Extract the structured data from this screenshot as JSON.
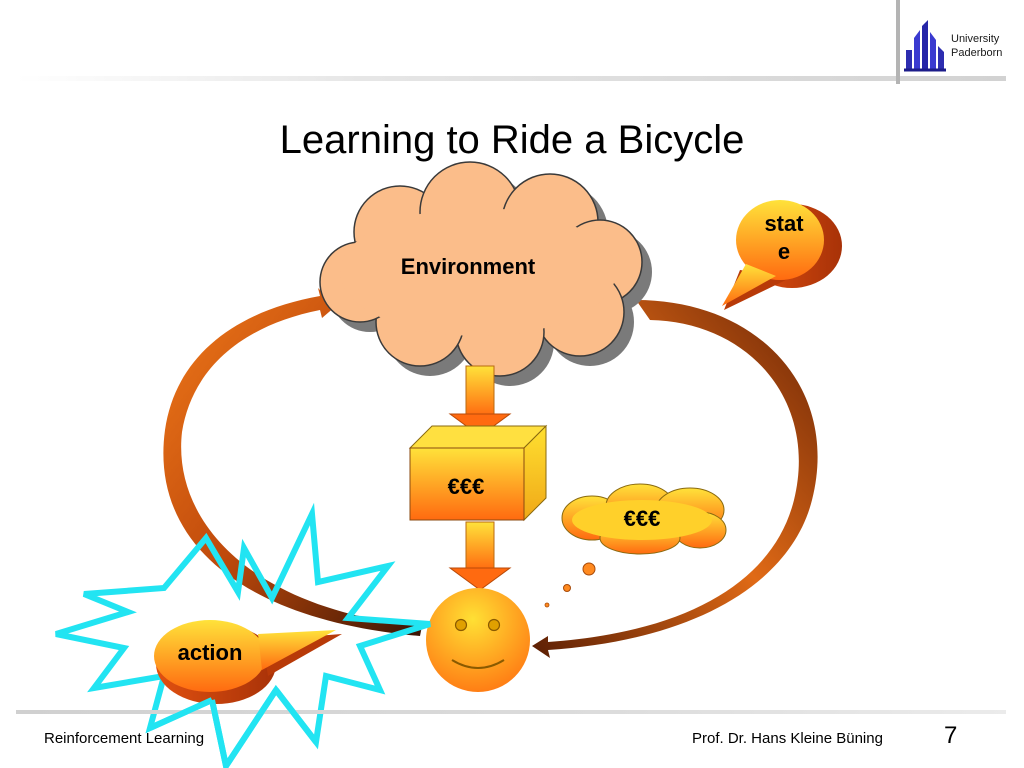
{
  "header": {
    "logo_line1": "University",
    "logo_line2": "Paderborn"
  },
  "slide": {
    "title": "Learning to Ride a Bicycle"
  },
  "diagram": {
    "environment_label": "Environment",
    "reward_box_label": "€€€",
    "thought_label": "€€€",
    "state_label_line1": "stat",
    "state_label_line2": "e",
    "action_label": "action"
  },
  "footer": {
    "left_text": "Reinforcement Learning",
    "right_text": "Prof. Dr. Hans Kleine Büning",
    "page_number": "7"
  },
  "colors": {
    "cloud_fill": "#fbbd8a",
    "arrow_dark": "#7a2e08",
    "arrow_light": "#e86a14",
    "star_outline": "#22e4f2",
    "yellow": "#ffd21e",
    "orange": "#ff6a10"
  }
}
